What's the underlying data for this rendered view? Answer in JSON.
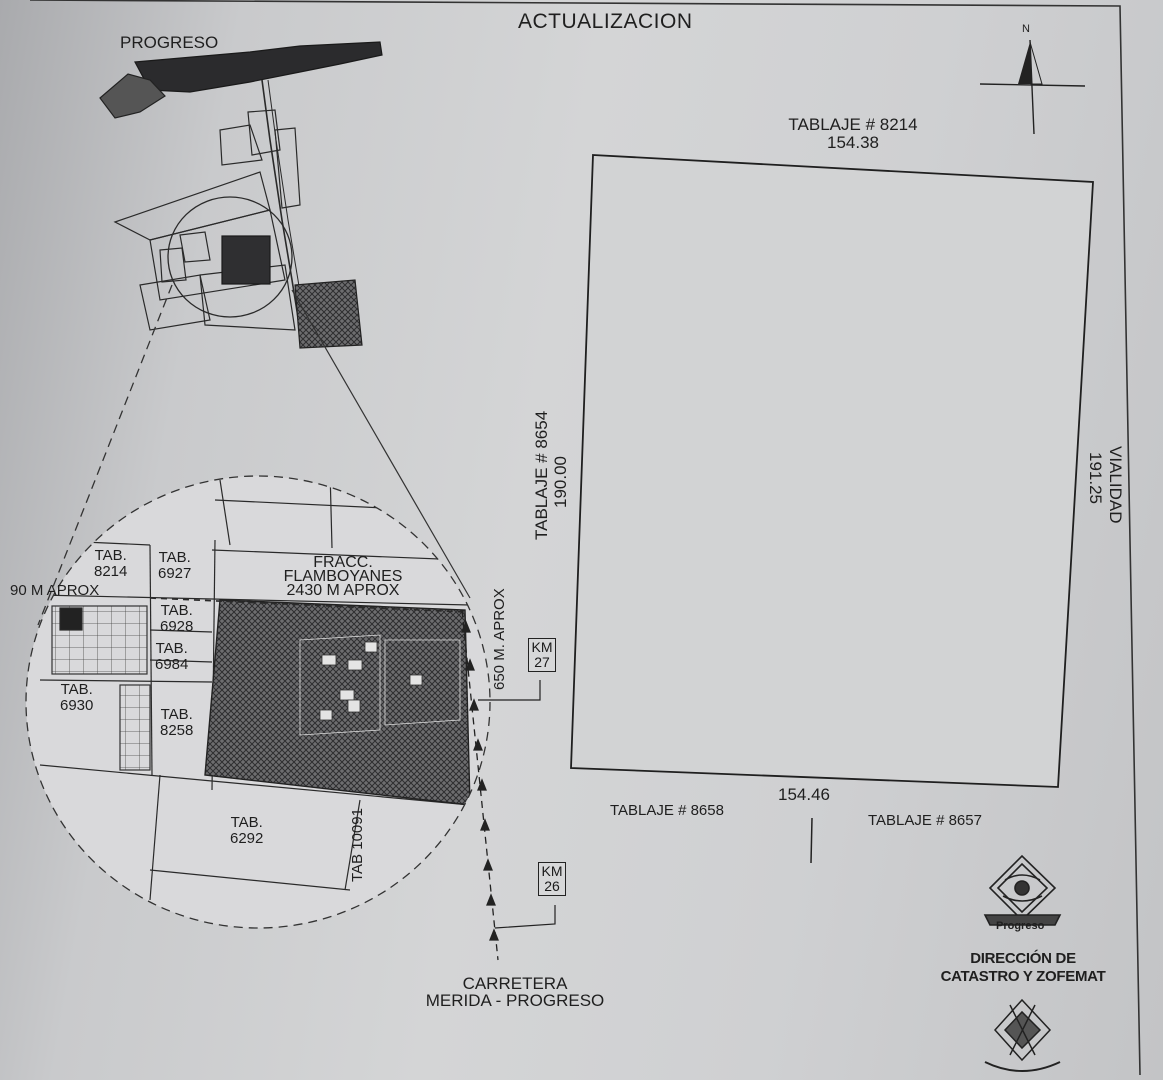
{
  "header": {
    "title": "ACTUALIZACION"
  },
  "location_map": {
    "town_label": "PROGRESO",
    "inset_labels": {
      "tab_8214": [
        "TAB.",
        "8214"
      ],
      "tab_6927": [
        "TAB.",
        "6927"
      ],
      "tab_6928": [
        "TAB.",
        "6928"
      ],
      "tab_6984": [
        "TAB.",
        "6984"
      ],
      "tab_6930": [
        "TAB.",
        "6930"
      ],
      "tab_8258": [
        "TAB.",
        "8258"
      ],
      "tab_6292": [
        "TAB.",
        "6292"
      ],
      "tab_10091": "TAB 10091",
      "fracc": [
        "FRACC.",
        "FLAMBOYANES",
        "2430 M APROX"
      ],
      "left_distance": "90 M APROX",
      "right_distance": "650 M. APROX"
    },
    "km_markers": [
      [
        "KM",
        "27"
      ],
      [
        "KM",
        "26"
      ]
    ],
    "road_label": [
      "CARRETERA",
      "MERIDA - PROGRESO"
    ]
  },
  "parcel": {
    "north_neighbor": "TABLAJE # 8214",
    "north_length": "154.38",
    "west_neighbor": "TABLAJE # 8654",
    "west_length": "190.00",
    "east_neighbor": "VIALIDAD",
    "east_length": "191.25",
    "south_length": "154.46",
    "south_neighbor_left": "TABLAJE # 8658",
    "south_neighbor_right": "TABLAJE # 8657"
  },
  "north_arrow": {
    "label": "N"
  },
  "seal": {
    "municipality": "Progreso",
    "department": [
      "DIRECCIÓN DE",
      "CATASTRO Y ZOFEMAT"
    ]
  }
}
